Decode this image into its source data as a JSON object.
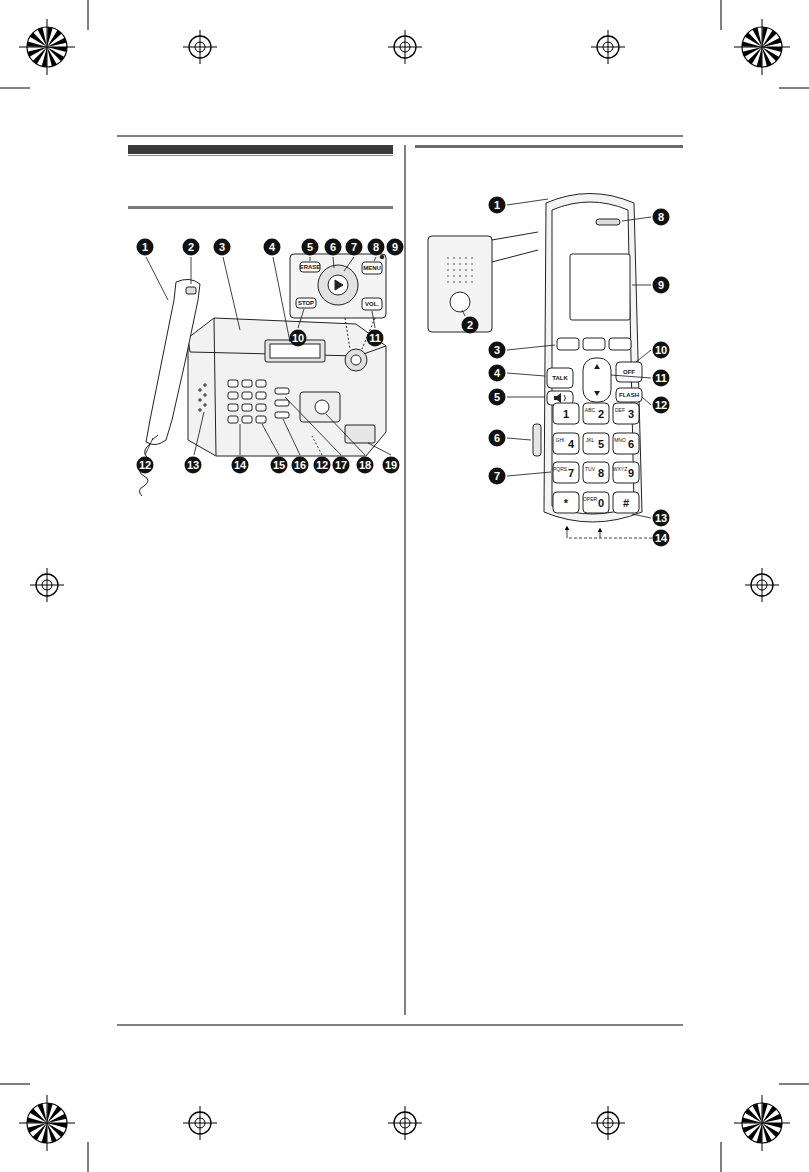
{
  "diagram": {
    "labels": [
      "1",
      "2",
      "3",
      "4",
      "5",
      "6",
      "7",
      "8",
      "9",
      "10",
      "11",
      "12",
      "13",
      "14",
      "15",
      "16",
      "12",
      "17",
      "18",
      "19",
      "1",
      "8",
      "9",
      "2",
      "3",
      "10",
      "4",
      "11",
      "5",
      "12",
      "6",
      "7",
      "13",
      "14",
      "ERASE",
      "MENU",
      "STOP",
      "VOL.",
      "TALK",
      "OFF",
      "FLASH",
      "1",
      "ABC",
      "2",
      "DEF",
      "3",
      "GHI",
      "4",
      "JKL",
      "5",
      "MNO",
      "6",
      "PQRS",
      "7",
      "TUV",
      "8",
      "WXYZ",
      "9",
      "*",
      "OPER",
      "0",
      "#"
    ]
  }
}
